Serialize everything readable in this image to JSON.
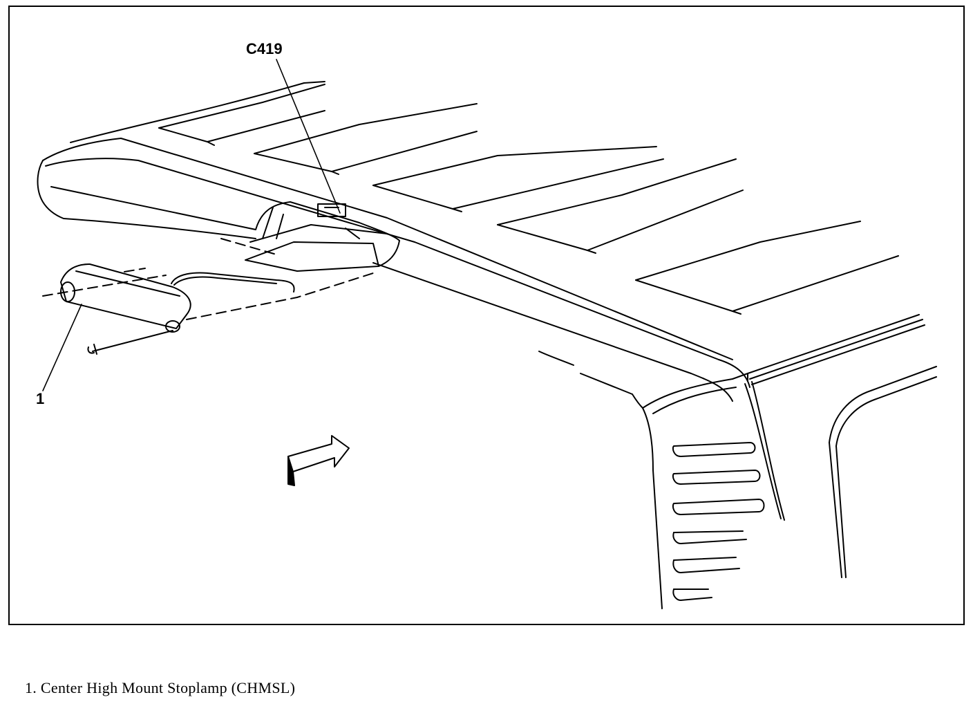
{
  "callouts": {
    "connector": "C419",
    "item_1": "1"
  },
  "legend": {
    "items": [
      {
        "number": "1.",
        "text": "Center High Mount Stoplamp (CHMSL)"
      }
    ]
  },
  "colors": {
    "line": "#000000",
    "background": "#ffffff"
  }
}
